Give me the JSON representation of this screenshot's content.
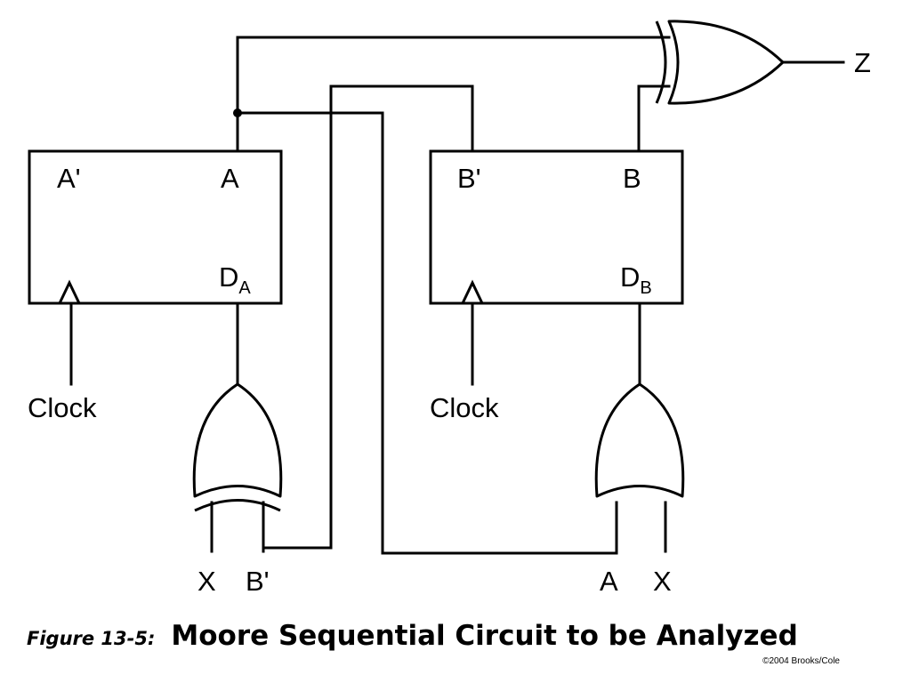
{
  "flipflop_a": {
    "q_bar": "A'",
    "q": "A",
    "d_main": "D",
    "d_sub": "A",
    "clock": "Clock"
  },
  "flipflop_b": {
    "q_bar": "B'",
    "q": "B",
    "d_main": "D",
    "d_sub": "B",
    "clock": "Clock"
  },
  "inputs": {
    "gate_a_left": "X",
    "gate_a_right": "B'",
    "gate_b_left": "A",
    "gate_b_right": "X"
  },
  "output": {
    "z": "Z"
  },
  "caption": {
    "label": "Figure 13-5:",
    "title": "Moore Sequential Circuit to be Analyzed"
  },
  "copyright": "©2004 Brooks/Cole"
}
